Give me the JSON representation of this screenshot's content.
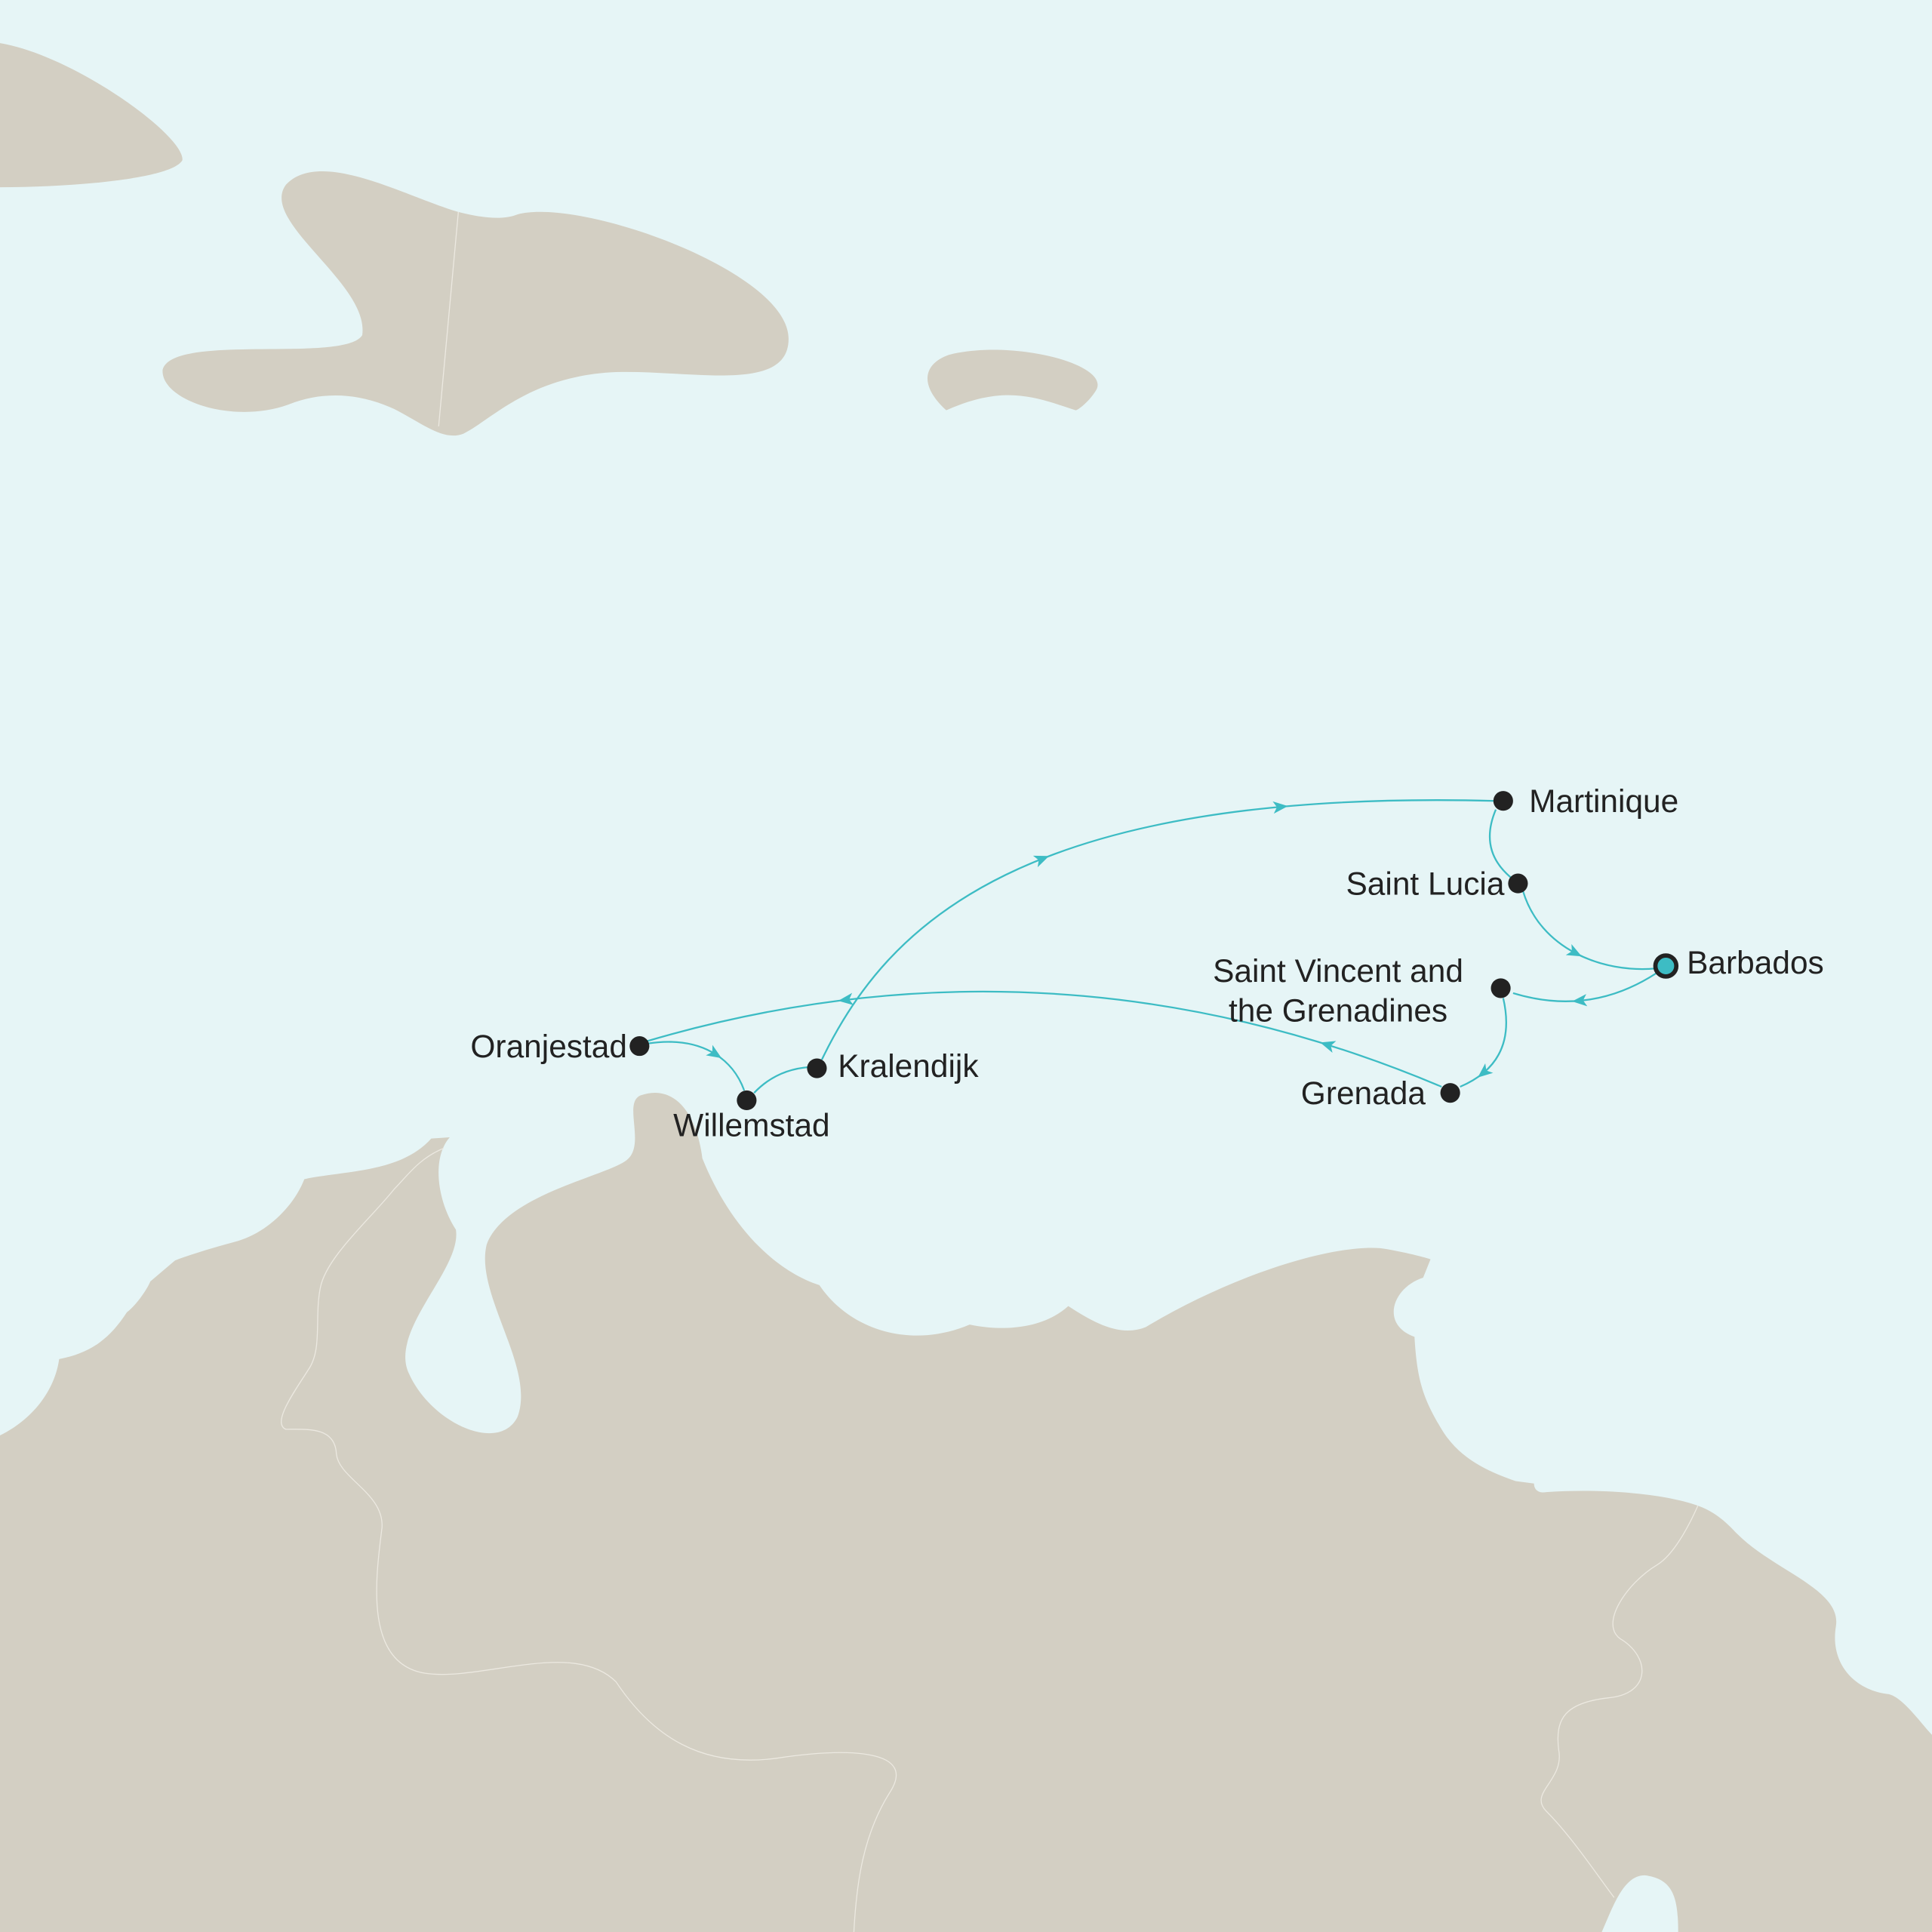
{
  "map": {
    "colors": {
      "water": "#e6f5f6",
      "land": "#d3cfc3",
      "route": "#3dbcc4",
      "port": "#222222",
      "start_port_fill": "#3dbcc4"
    },
    "ports": [
      {
        "id": "barbados",
        "name": "Barbados",
        "start": true
      },
      {
        "id": "svg",
        "name_line1": "Saint Vincent and",
        "name_line2": "the Grenadines"
      },
      {
        "id": "grenada",
        "name": "Grenada"
      },
      {
        "id": "oranjestad",
        "name": "Oranjestad"
      },
      {
        "id": "willemstad",
        "name": "Willemstad"
      },
      {
        "id": "kralendijk",
        "name": "Kralendijk"
      },
      {
        "id": "martinique",
        "name": "Martinique"
      },
      {
        "id": "saint-lucia",
        "name": "Saint Lucia"
      }
    ],
    "route_order": [
      "Barbados",
      "Saint Vincent and the Grenadines",
      "Grenada",
      "Oranjestad",
      "Willemstad",
      "Kralendijk",
      "Martinique",
      "Saint Lucia",
      "Barbados"
    ]
  }
}
